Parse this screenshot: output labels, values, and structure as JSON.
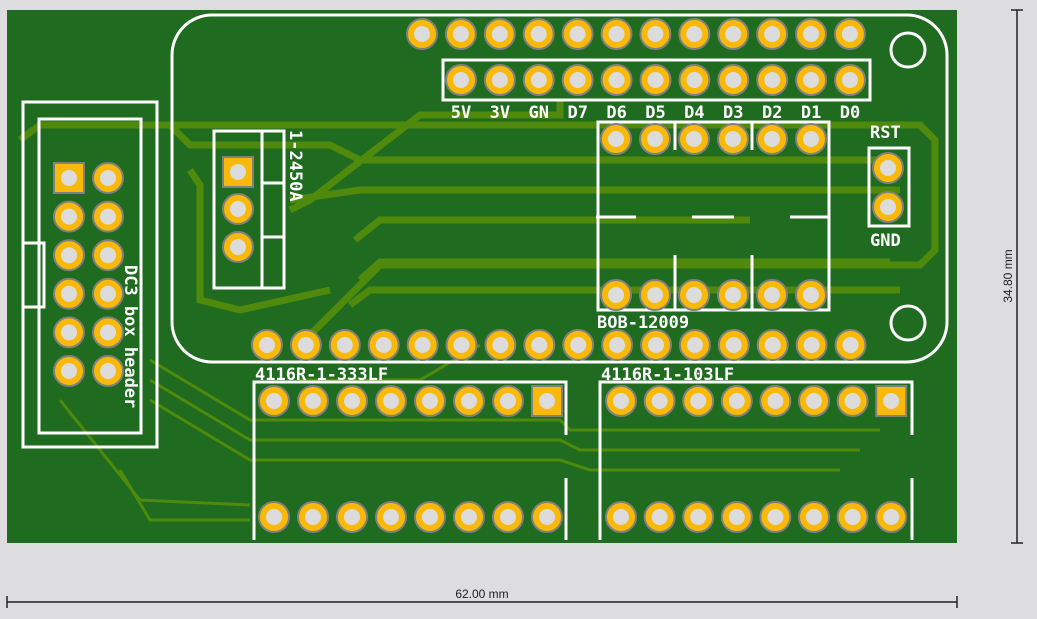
{
  "colors": {
    "board": "#1f6b1f",
    "trace": "#4f8a0c",
    "pad": "#f9b908",
    "pad_ring": "#808080",
    "hole": "#dcdcdc",
    "silk": "#ffffff",
    "background": "#dddcdf"
  },
  "board": {
    "width_label": "62.00 mm",
    "height_label": "34.80 mm"
  },
  "labels": {
    "pin_labels": [
      "5V",
      "3V",
      "GN",
      "D7",
      "D6",
      "D5",
      "D4",
      "D3",
      "D2",
      "D1",
      "D0"
    ],
    "rst": "RST",
    "gnd": "GND",
    "bob": "BOB-12009",
    "switch": "1-2450A",
    "header": "DC3 box header",
    "rnet_left": "4116R-1-333LF",
    "rnet_right": "4116R-1-103LF"
  }
}
